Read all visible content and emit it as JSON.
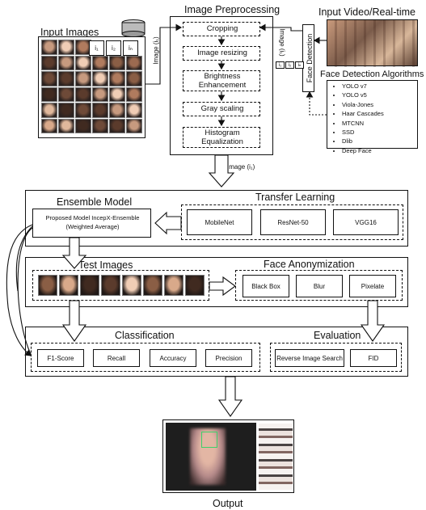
{
  "input_images": {
    "title": "Input Images",
    "db_label": "Data\nbase",
    "index_labels": [
      "i₁",
      "i₂",
      "iₙ"
    ],
    "arrow_label": "Image (i₁)"
  },
  "preprocessing": {
    "title": "Image Preprocessing",
    "steps": [
      "Cropping",
      "Image resizing",
      "Brightness\nEnhancement",
      "Gray scaling",
      "Histogram\nEqualization"
    ],
    "output_label": "Image (i₁)"
  },
  "video": {
    "title": "Input Video/Real-time"
  },
  "face_detection": {
    "label": "Face Detection",
    "side_label": "Image (i₁)",
    "frame_labels": [
      "i₁",
      "i₂",
      "iₙ"
    ]
  },
  "algorithms": {
    "title": "Face Detection Algorithms",
    "items": [
      "YOLO v7",
      "YOLO v5",
      "Viola-Jones",
      "Haar Cascades",
      "MTCNN",
      "SSD",
      "Dlib",
      "Deep Face"
    ]
  },
  "ensemble": {
    "title": "Ensemble Model",
    "model_label": "Proposed Model IncepX-Ensemble\n(Weighted Average)"
  },
  "transfer": {
    "title": "Transfer Learning",
    "models": [
      "MobileNet",
      "ResNet-50",
      "VGG16"
    ]
  },
  "test_images": {
    "title": "Test Images"
  },
  "anonymization": {
    "title": "Face Anonymization",
    "methods": [
      "Black Box",
      "Blur",
      "Pixelate"
    ]
  },
  "classification": {
    "title": "Classification",
    "metrics": [
      "F1-Score",
      "Recall",
      "Accuracy",
      "Precision"
    ]
  },
  "evaluation": {
    "title": "Evaluation",
    "metrics": [
      "Reverse Image Search",
      "FID"
    ]
  },
  "output": {
    "label": "Output"
  },
  "colors": {
    "stroke": "#111111",
    "background": "#ffffff"
  }
}
